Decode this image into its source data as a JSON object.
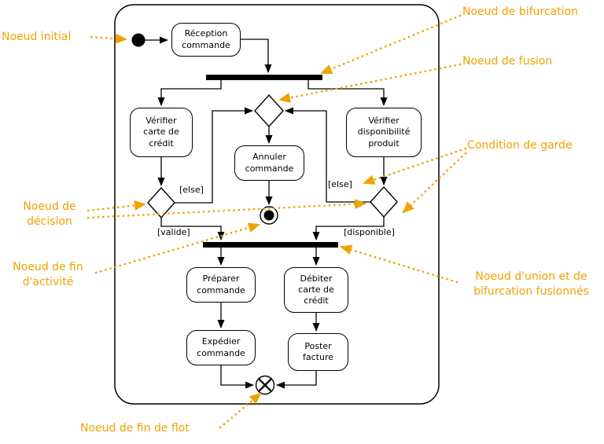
{
  "colors": {
    "annotation": "#F0A202",
    "diagram_stroke": "#000000",
    "background": "#FFFFFF"
  },
  "activities": {
    "reception": "Réception\ncommande",
    "verifier_carte": "Vérifier\ncarte de\ncrédit",
    "verifier_dispo": "Vérifier\ndisponibilité\nproduit",
    "annuler": "Annuler\ncommande",
    "preparer": "Préparer\ncommande",
    "debiter": "Débiter\ncarte de\ncrédit",
    "expedier": "Expédier\ncommande",
    "poster": "Poster\nfacture"
  },
  "guards": {
    "else_left": "[else]",
    "valide": "[valide]",
    "else_right": "[else]",
    "disponible": "[disponible]"
  },
  "annotations": {
    "initial": "Noeud initial",
    "bifurcation": "Noeud de bifurcation",
    "fusion": "Noeud de fusion",
    "garde": "Condition de garde",
    "decision": "Noeud de\ndécision",
    "fin_activite": "Noeud de fin\nd'activité",
    "union": "Noeud d'union et de\nbifurcation fusionnés",
    "fin_flot": "Noeud de fin de flot"
  }
}
